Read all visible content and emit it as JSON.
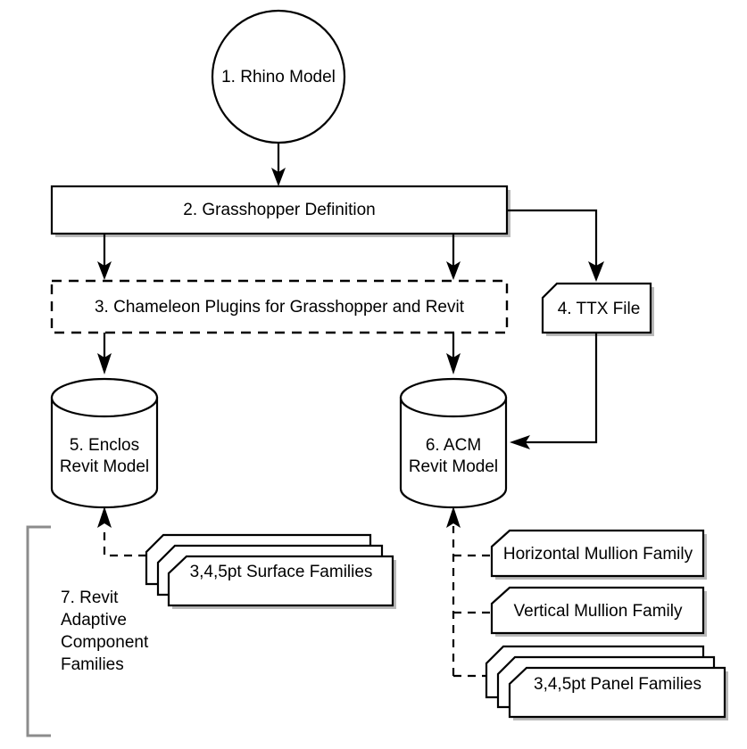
{
  "diagram": {
    "title": "Rhino to Revit workflow flowchart",
    "colors": {
      "stroke": "#000000",
      "fill": "#ffffff",
      "shadow": "#b9b9b9",
      "bracket": "#8c8c8c"
    },
    "nodes": {
      "rhino_model": {
        "label": "1. Rhino Model",
        "shape": "circle"
      },
      "grasshopper_definition": {
        "label": "2. Grasshopper Definition",
        "shape": "rectangle"
      },
      "chameleon_plugins": {
        "label": "3. Chameleon Plugins for Grasshopper and Revit",
        "shape": "dashed-rectangle"
      },
      "ttx_file": {
        "label": "4. TTX File",
        "shape": "document-cut-corner"
      },
      "enclos_revit_model": {
        "label_line1": "5. Enclos",
        "label_line2": "Revit Model",
        "shape": "cylinder"
      },
      "acm_revit_model": {
        "label_line1": "6. ACM",
        "label_line2": "Revit Model",
        "shape": "cylinder"
      },
      "surface_families": {
        "label": "3,4,5pt Surface Families",
        "shape": "stacked-cut-corner"
      },
      "horizontal_mullion_family": {
        "label": "Horizontal Mullion Family",
        "shape": "cut-corner"
      },
      "vertical_mullion_family": {
        "label": "Vertical Mullion Family",
        "shape": "cut-corner"
      },
      "panel_families": {
        "label": "3,4,5pt Panel Families",
        "shape": "stacked-cut-corner"
      }
    },
    "bracket_group": {
      "label_line1": "7. Revit",
      "label_line2": "Adaptive",
      "label_line3": "Component",
      "label_line4": "Families"
    },
    "edges": [
      {
        "name": "rhino-to-grasshopper",
        "style": "solid",
        "from": "rhino_model",
        "to": "grasshopper_definition"
      },
      {
        "name": "grasshopper-to-chameleon-left",
        "style": "solid",
        "from": "grasshopper_definition",
        "to": "chameleon_plugins"
      },
      {
        "name": "grasshopper-to-chameleon-right",
        "style": "solid",
        "from": "grasshopper_definition",
        "to": "chameleon_plugins"
      },
      {
        "name": "grasshopper-to-ttx",
        "style": "solid",
        "from": "grasshopper_definition",
        "to": "ttx_file"
      },
      {
        "name": "chameleon-to-enclos",
        "style": "solid",
        "from": "chameleon_plugins",
        "to": "enclos_revit_model"
      },
      {
        "name": "chameleon-to-acm",
        "style": "solid",
        "from": "chameleon_plugins",
        "to": "acm_revit_model"
      },
      {
        "name": "ttx-to-acm",
        "style": "solid",
        "from": "ttx_file",
        "to": "acm_revit_model"
      },
      {
        "name": "surface-families-to-enclos",
        "style": "dashed",
        "from": "surface_families",
        "to": "enclos_revit_model"
      },
      {
        "name": "horizontal-mullion-to-acm",
        "style": "dashed",
        "from": "horizontal_mullion_family",
        "to": "acm_revit_model"
      },
      {
        "name": "vertical-mullion-to-acm",
        "style": "dashed",
        "from": "vertical_mullion_family",
        "to": "acm_revit_model"
      },
      {
        "name": "panel-families-to-acm",
        "style": "dashed",
        "from": "panel_families",
        "to": "acm_revit_model"
      }
    ]
  }
}
